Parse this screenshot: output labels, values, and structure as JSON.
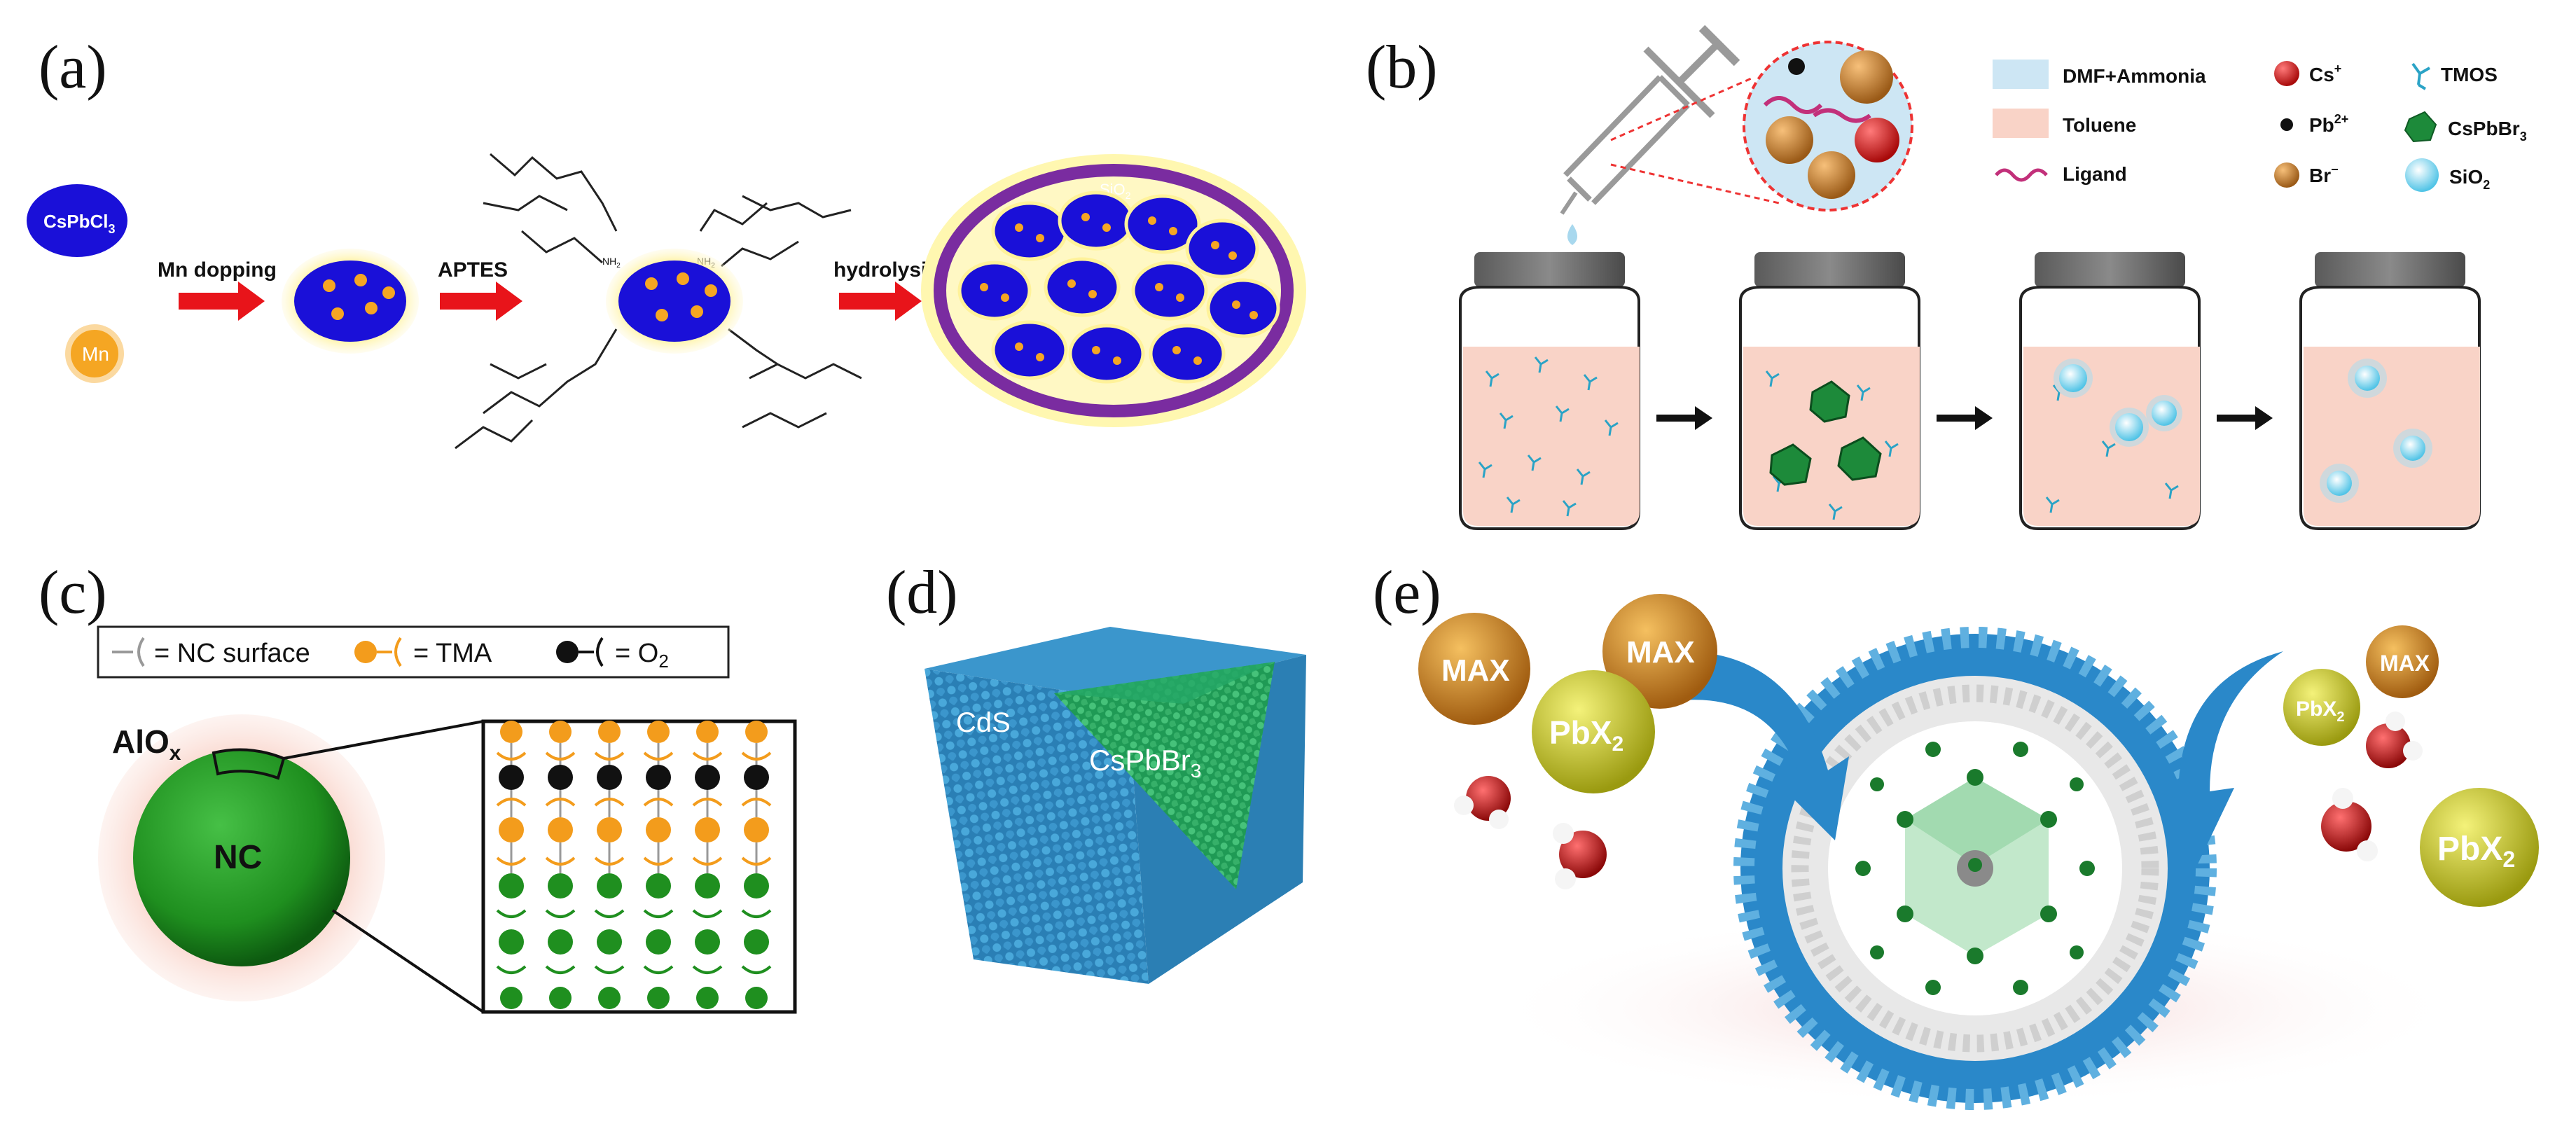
{
  "panels": {
    "a": {
      "letter": "(a)",
      "precursor": "CsPbCl",
      "precursor_sub": "3",
      "dopant": "Mn",
      "step1": "Mn dopping",
      "step2": "APTES",
      "step3": "hydrolysis",
      "shell": "SiO",
      "shell_sub": "2",
      "amine": "NH",
      "amine_sub": "2"
    },
    "b": {
      "letter": "(b)",
      "legend": [
        {
          "label": "DMF+Ammonia"
        },
        {
          "label": "Toluene"
        },
        {
          "label": "Ligand"
        },
        {
          "label": "Cs",
          "sup": "+"
        },
        {
          "label": "Pb",
          "sup": "2+"
        },
        {
          "label": "Br",
          "sup": "−"
        },
        {
          "label": "TMOS"
        },
        {
          "label": "CsPbBr",
          "sub": "3"
        },
        {
          "label": "SiO",
          "sub": "2"
        }
      ]
    },
    "c": {
      "letter": "(c)",
      "legend_surface": "= NC surface",
      "legend_tma": "= TMA",
      "legend_o2": "= O",
      "legend_o2_sub": "2",
      "shell": "AlO",
      "shell_sub": "x",
      "core": "NC"
    },
    "d": {
      "letter": "(d)",
      "shell": "CdS",
      "core": "CsPbBr",
      "core_sub": "3"
    },
    "e": {
      "letter": "(e)",
      "sphere_labels": [
        "MAX",
        "PbX",
        "MAX",
        "PbX",
        "MAX",
        "PbX"
      ],
      "sub": "2"
    }
  },
  "colors": {
    "nc_blue": "#1a10d8",
    "nc_glow": "#fff29a",
    "mn_orange": "#f5a623",
    "arrow_red": "#e8141a",
    "silica_purple": "#7a2ca0",
    "dmf_blue": "#cde6f4",
    "toluene_pink": "#f9d3c7",
    "cs_red": "#d81b1b",
    "br_brown": "#c9792b",
    "tmos_teal": "#2aa3c6",
    "cspbbr_green": "#1d8a3a",
    "sio2_cyan": "#7fd4ee",
    "nc_green": "#1f8f1f",
    "halo_pink": "#f7c2b4",
    "tma_orange": "#f39c1c",
    "cds_blue": "#2d8fc4",
    "micelle_blue": "#2a88c9"
  }
}
